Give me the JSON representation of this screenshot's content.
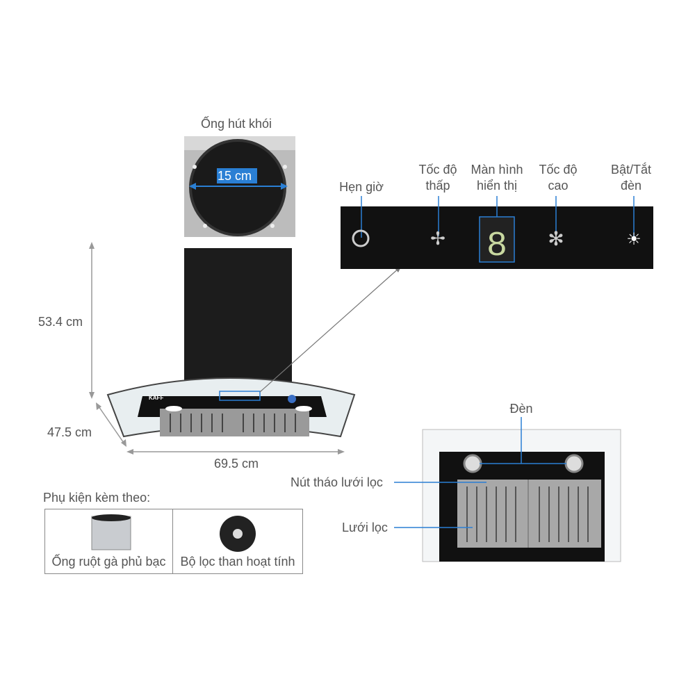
{
  "duct": {
    "title": "Ống hút khói",
    "diameter": "15 cm"
  },
  "dimensions": {
    "height": "53.4 cm",
    "depth": "47.5 cm",
    "width": "69.5 cm"
  },
  "hood": {
    "brand": "KAFF"
  },
  "control_panel": {
    "timer": "Hẹn giờ",
    "low_speed": [
      "Tốc độ",
      "thấp"
    ],
    "display": [
      "Màn hình",
      "hiển thị"
    ],
    "high_speed": [
      "Tốc độ",
      "cao"
    ],
    "light_toggle": [
      "Bật/Tắt",
      "đèn"
    ]
  },
  "accessories": {
    "title": "Phụ kiện kèm theo:",
    "items": [
      "Ống ruột gà phủ bạc",
      "Bộ lọc than hoạt tính"
    ]
  },
  "underside": {
    "light": "Đèn",
    "filter_release": "Nút tháo lưới lọc",
    "filter": "Lưới lọc"
  },
  "colors": {
    "accent": "#2a7fd4",
    "panel": "#111111"
  }
}
